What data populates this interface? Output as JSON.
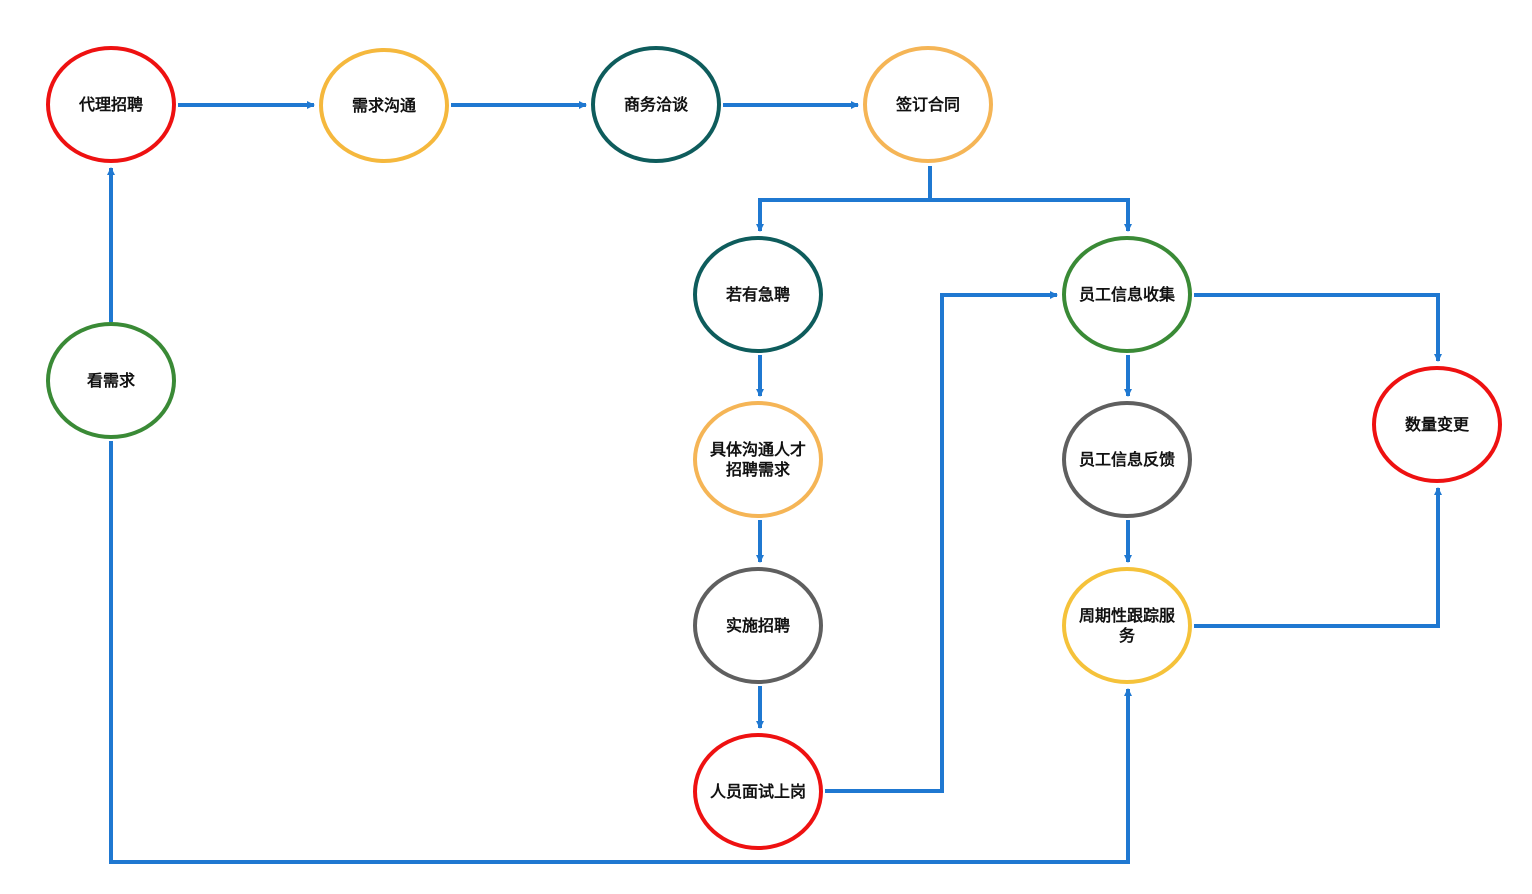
{
  "nodes": {
    "agency_recruit": "代理招聘",
    "demand_comm": "需求沟通",
    "business_negotiation": "商务洽谈",
    "sign_contract": "签订合同",
    "urgent_hiring": "若有急聘",
    "talent_needs_line1": "具体沟通人才",
    "talent_needs_line2": "招聘需求",
    "implement_recruit": "实施招聘",
    "interview_onboard": "人员面试上岗",
    "employee_info_collect": "员工信息收集",
    "employee_info_feedback": "员工信息反馈",
    "periodic_tracking_line1": "周期性跟踪服",
    "periodic_tracking_line2": "务",
    "quantity_change": "数量变更",
    "view_demand": "看需求"
  },
  "colors": {
    "connector": "#1f78d1",
    "red": "#ee1111",
    "yellow": "#f5b83d",
    "teal": "#0e5c5c",
    "green": "#3a8a36",
    "gray": "#5f5f5f"
  }
}
